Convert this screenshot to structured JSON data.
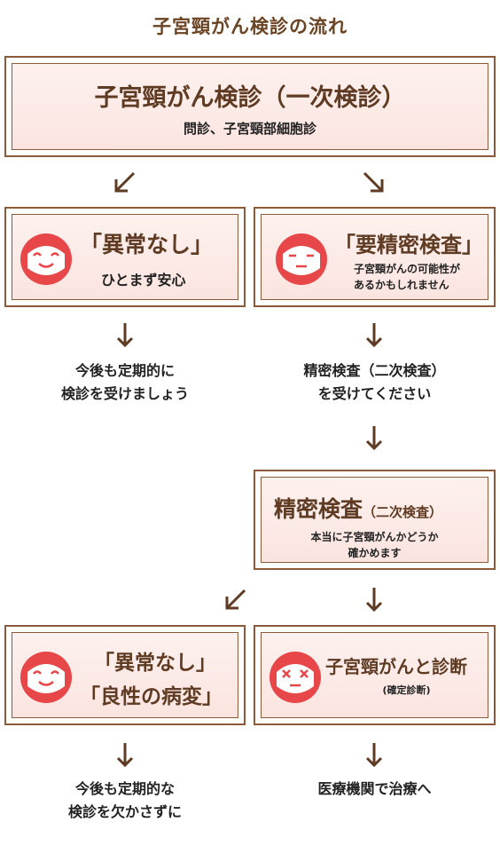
{
  "title": "子宮頸がん検診の流れ",
  "box1": {
    "heading": "子宮頸がん検診（一次検診）",
    "sub": "問診、子宮頸部細胞診"
  },
  "left1": {
    "heading": "「異常なし」",
    "sub": "ひとまず安心",
    "next": [
      "今後も定期的に",
      "検診を受けましょう"
    ]
  },
  "right1": {
    "heading": "「要精密検査」",
    "sub": [
      "子宮頸がんの可能性が",
      "あるかもしれません"
    ],
    "next": [
      "精密検査（二次検査）",
      "を受けてください"
    ]
  },
  "box2": {
    "heading": "精密検査",
    "heading_small": "（二次検査）",
    "sub": [
      "本当に子宮頸がんかどうか",
      "確かめます"
    ]
  },
  "left2": {
    "heading1": "「異常なし」",
    "heading2": "「良性の病変」",
    "next": [
      "今後も定期的な",
      "検診を欠かさずに"
    ]
  },
  "right2": {
    "heading": "子宮頸がんと診断",
    "sub": "(確定診断)",
    "next": "医療機関で治療へ"
  },
  "colors": {
    "border": "#8a5a3a",
    "face": "#e8474a",
    "text": "#5e3b22"
  },
  "icons": {
    "smile": "smiling-face-icon",
    "neutral": "neutral-face-icon",
    "cross": "x-eyes-face-icon"
  }
}
